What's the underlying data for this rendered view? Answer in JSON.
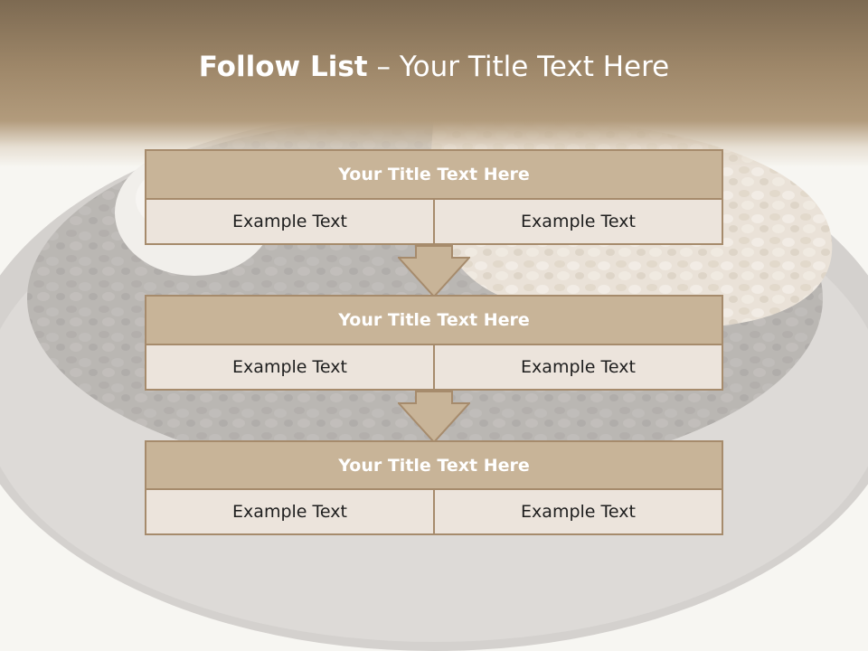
{
  "slide": {
    "title_strong": "Follow List",
    "title_rest": " – Your Title Text Here"
  },
  "cards": [
    {
      "title": "Your Title Text Here",
      "left": "Example Text",
      "right": "Example Text"
    },
    {
      "title": "Your Title Text Here",
      "left": "Example Text",
      "right": "Example Text"
    },
    {
      "title": "Your Title Text Here",
      "left": "Example Text",
      "right": "Example Text"
    }
  ],
  "colors": {
    "header": "#9e8769",
    "card_title": "#c8b498",
    "card_border": "#a68b6c",
    "card_cell": "#ece4dc"
  },
  "icons": {
    "connector": "down-arrow-icon"
  }
}
